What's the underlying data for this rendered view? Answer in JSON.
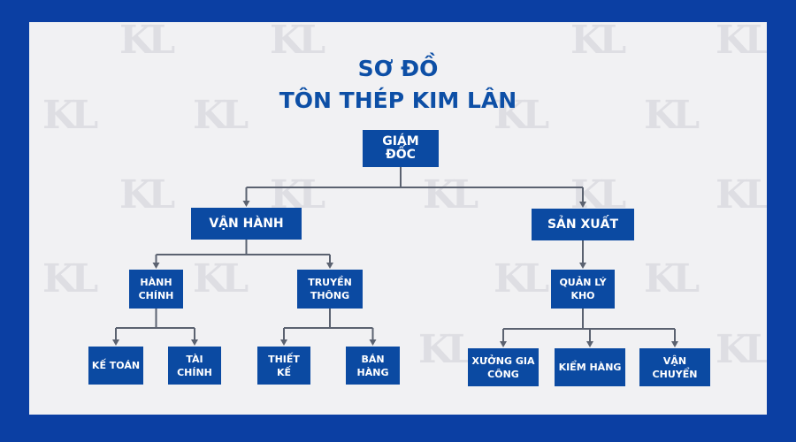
{
  "title": {
    "line1": "SƠ ĐỒ",
    "line2": "TÔN THÉP KIM LÂN"
  },
  "watermark": {
    "text": "KL"
  },
  "colors": {
    "outer_frame": "#0b3fa3",
    "background": "#f1f1f3",
    "title": "#0d4fa6",
    "box_fill": "#0b4aa2",
    "box_text": "#ffffff",
    "connector": "#5b6270",
    "watermark": "#dedee3"
  },
  "nodes": {
    "giam_doc": "GIÁM ĐỐC",
    "van_hanh": "VẬN HÀNH",
    "san_xuat": "SẢN XUẤT",
    "hanh_chinh": "HÀNH CHÍNH",
    "truyen_thong": "TRUYỀN THÔNG",
    "quan_ly_kho": "QUẢN LÝ KHO",
    "ke_toan": "KẾ TOÁN",
    "tai_chinh": "TÀI CHÍNH",
    "thiet_ke": "THIẾT KẾ",
    "ban_hang": "BÁN HÀNG",
    "xuong_gia_cong": "XƯỞNG GIA CÔNG",
    "kiem_hang": "KIỂM HÀNG",
    "van_chuyen": "VẬN CHUYỂN"
  },
  "edges": [
    [
      "giam_doc",
      "van_hanh"
    ],
    [
      "giam_doc",
      "san_xuat"
    ],
    [
      "van_hanh",
      "hanh_chinh"
    ],
    [
      "van_hanh",
      "truyen_thong"
    ],
    [
      "san_xuat",
      "quan_ly_kho"
    ],
    [
      "hanh_chinh",
      "ke_toan"
    ],
    [
      "hanh_chinh",
      "tai_chinh"
    ],
    [
      "truyen_thong",
      "thiet_ke"
    ],
    [
      "truyen_thong",
      "ban_hang"
    ],
    [
      "quan_ly_kho",
      "xuong_gia_cong"
    ],
    [
      "quan_ly_kho",
      "kiem_hang"
    ],
    [
      "quan_ly_kho",
      "van_chuyen"
    ]
  ]
}
